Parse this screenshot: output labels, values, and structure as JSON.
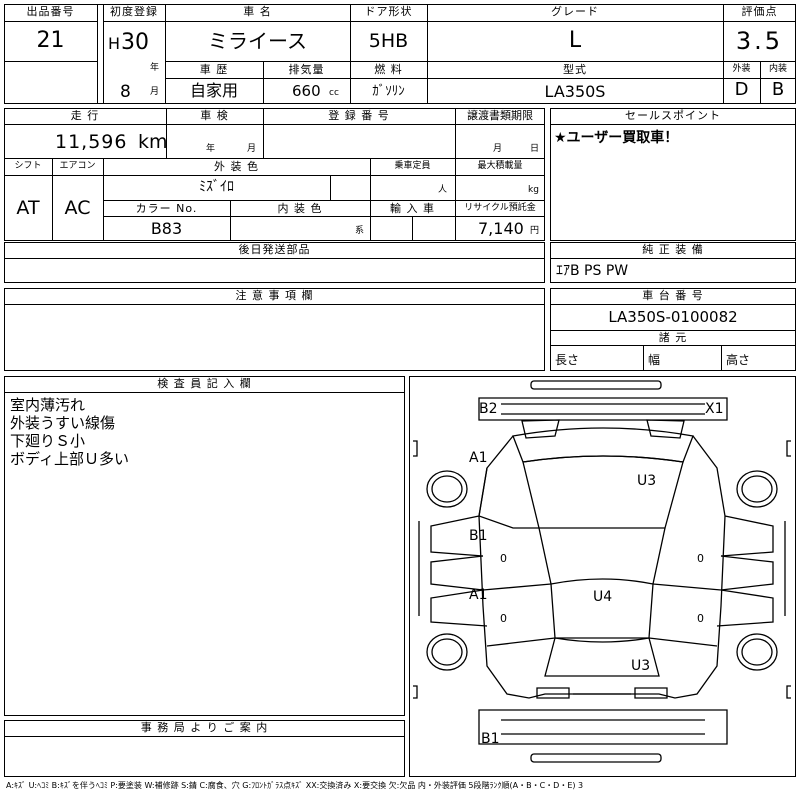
{
  "header": {
    "lot_label": "出品番号",
    "lot_no": "21",
    "first_reg_label": "初度登録",
    "era": "H",
    "reg_year": "30",
    "year_unit": "年",
    "reg_month": "8",
    "month_unit": "月",
    "car_name_label": "車 名",
    "car_name": "ミライース",
    "door_label": "ドア形状",
    "door": "5HB",
    "grade_label": "グレード",
    "grade": "L",
    "score_label": "評価点",
    "score": "3.5",
    "history_label": "車 歴",
    "history": "自家用",
    "displacement_label": "排気量",
    "displacement": "660",
    "cc": "cc",
    "fuel_label": "燃 料",
    "fuel": "ｶﾞｿﾘﾝ",
    "model_label": "型式",
    "model": "LA350S",
    "ext_label": "外装",
    "int_label": "内装",
    "ext_grade": "D",
    "int_grade": "B"
  },
  "row2": {
    "mileage_label": "走 行",
    "mileage": "11,596",
    "km": "km",
    "inspection_label": "車 検",
    "year_unit": "年",
    "month_unit": "月",
    "reg_no_label": "登 録 番 号",
    "transfer_label": "譲渡書類期限",
    "t_month": "月",
    "t_day": "日",
    "sales_label": "セールスポイント",
    "sales_text": "★ユーザー買取車！"
  },
  "row3": {
    "shift_label": "シフト",
    "shift": "AT",
    "ac_label": "エアコン",
    "ac": "AC",
    "exterior_color_label": "外 装 色",
    "exterior_color": "ﾐｽﾞｲﾛ",
    "capacity_label": "乗車定員",
    "capacity_unit": "人",
    "load_label": "最大積載量",
    "load_unit": "kg",
    "color_no_label": "カラー No.",
    "color_no": "B83",
    "interior_color_label": "内 装 色",
    "interior_unit": "系",
    "import_label": "輸 入 車",
    "recycle_label": "リサイクル預託金",
    "recycle": "7,140",
    "yen": "円"
  },
  "later": {
    "label": "後日発送部品"
  },
  "equipment": {
    "label": "純 正 装 備",
    "value": "ｴｱB PS PW"
  },
  "notes": {
    "label": "注 意 事 項 欄"
  },
  "chassis": {
    "label": "車 台 番 号",
    "value": "LA350S-0100082"
  },
  "specs": {
    "label": "諸 元",
    "length": "長さ",
    "width": "幅",
    "height": "高さ"
  },
  "inspector": {
    "label": "検 査 員 記 入 欄",
    "lines": [
      "室内薄汚れ",
      "外装うすい線傷",
      "下廻りＳ小",
      "ボディ上部Ｕ多い"
    ]
  },
  "office": {
    "label": "事 務 局 よ り ご 案 内"
  },
  "diagram": {
    "marks": [
      {
        "id": "b2-top",
        "text": "B2"
      },
      {
        "id": "x1-top",
        "text": "X1"
      },
      {
        "id": "a1-front",
        "text": "A1"
      },
      {
        "id": "u3-hood",
        "text": "U3"
      },
      {
        "id": "b1-door",
        "text": "B1"
      },
      {
        "id": "a1-rear-door",
        "text": "A1"
      },
      {
        "id": "u4-roof",
        "text": "U4"
      },
      {
        "id": "u3-trunk",
        "text": "U3"
      },
      {
        "id": "b1-bottom",
        "text": "B1"
      }
    ],
    "zero": "0"
  },
  "legend": "A:ｷｽﾞ U:ﾍｺﾐ B:ｷｽﾞを伴うﾍｺﾐ P:要塗装 W:補修跡 S:錆 C:腐食、穴 G:ﾌﾛﾝﾄｶﾞﾗｽ点ｷｽﾞ XX:交換済み X:要交換 欠:欠品 内・外装評価 5段階ﾗﾝｸ順(A・B・C・D・E) 3"
}
